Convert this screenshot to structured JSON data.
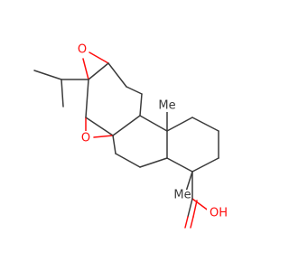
{
  "colors": {
    "carbon": "#3a3a3a",
    "oxygen": "#ff0d0d",
    "background": "#ffffff"
  },
  "labels": {
    "epoxide_top_o": "O",
    "epoxide_bottom_o": "O",
    "methyl_c10": "Me",
    "methyl_c4": "Me",
    "acid_oh": "OH"
  }
}
